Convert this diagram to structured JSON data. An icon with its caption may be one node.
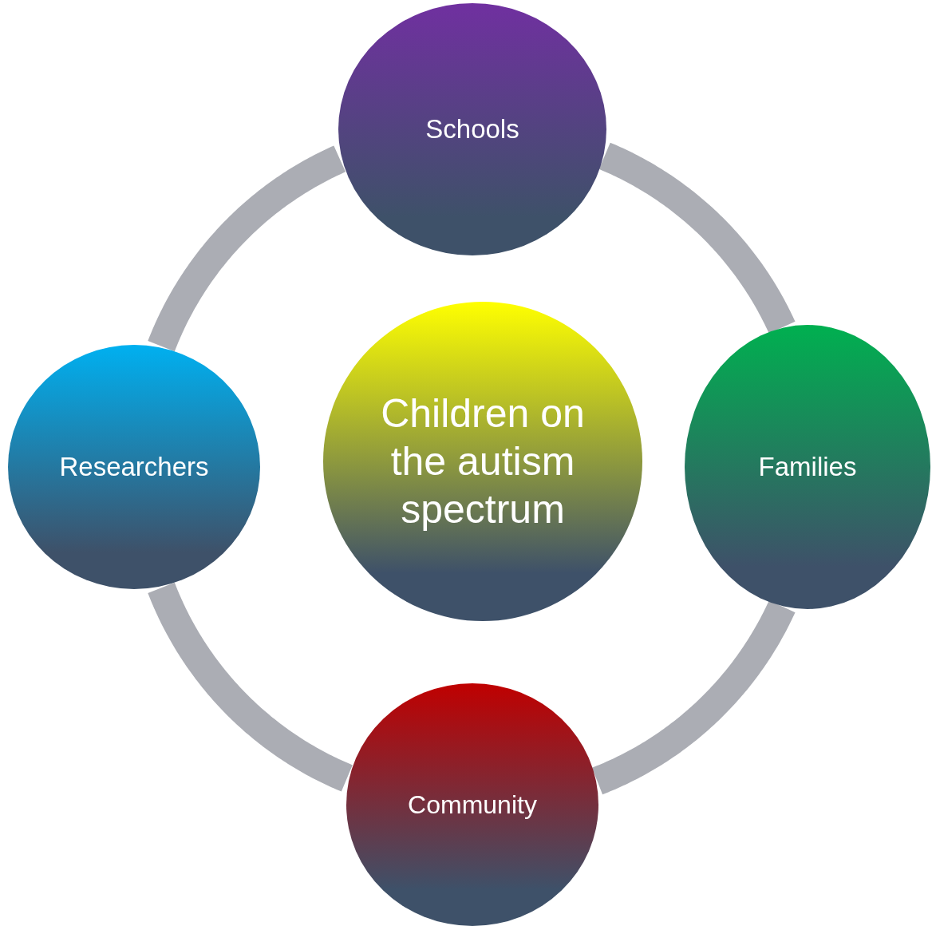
{
  "diagram": {
    "nodes": [
      {
        "text": [
          "Children on the autism spectrum"
        ]
      },
      {
        "text": [
          "Schools"
        ]
      },
      {
        "text": [
          "Families"
        ]
      },
      {
        "text": [
          "Community"
        ]
      },
      {
        "text": [
          "Researchers"
        ]
      }
    ],
    "edges": [
      {
        "from": 1,
        "to": 2,
        "arrow": "none"
      },
      {
        "from": 2,
        "to": 3,
        "arrow": "none"
      },
      {
        "from": 3,
        "to": 4,
        "arrow": "none"
      },
      {
        "from": 4,
        "to": 1,
        "arrow": "none"
      }
    ]
  }
}
